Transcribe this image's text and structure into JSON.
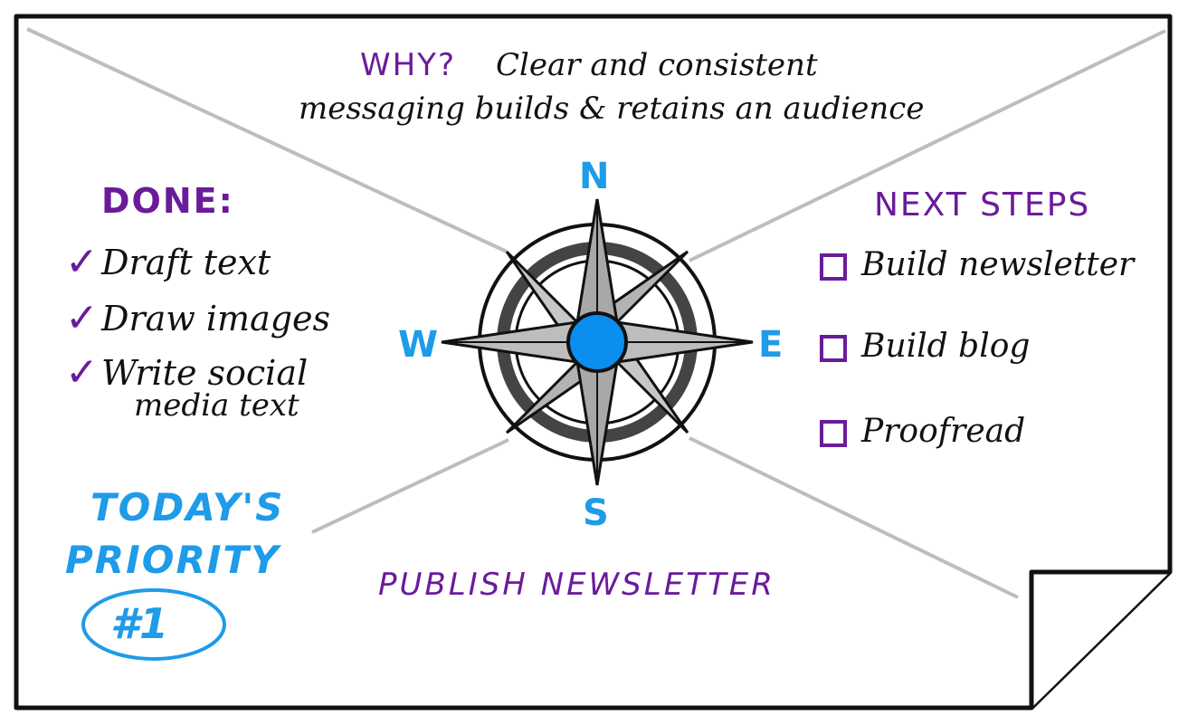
{
  "why": {
    "label": "WHY?",
    "line1": "Clear and consistent",
    "line2": "messaging builds & retains an audience"
  },
  "done": {
    "heading": "DONE:",
    "items": [
      "Draft text",
      "Draw images",
      "Write social",
      "media text"
    ]
  },
  "next_steps": {
    "heading": "NEXT STEPS",
    "items": [
      "Build newsletter",
      "Build blog",
      "Proofread"
    ]
  },
  "compass": {
    "n": "N",
    "e": "E",
    "s": "S",
    "w": "W",
    "center_color": "#0a8ff0"
  },
  "priority": {
    "line1": "TODAY'S",
    "line2": "PRIORITY",
    "number": "#1",
    "task": "PUBLISH NEWSLETTER"
  },
  "colors": {
    "purple": "#6a1b9a",
    "blue": "#1e9be9",
    "ink": "#111111"
  }
}
